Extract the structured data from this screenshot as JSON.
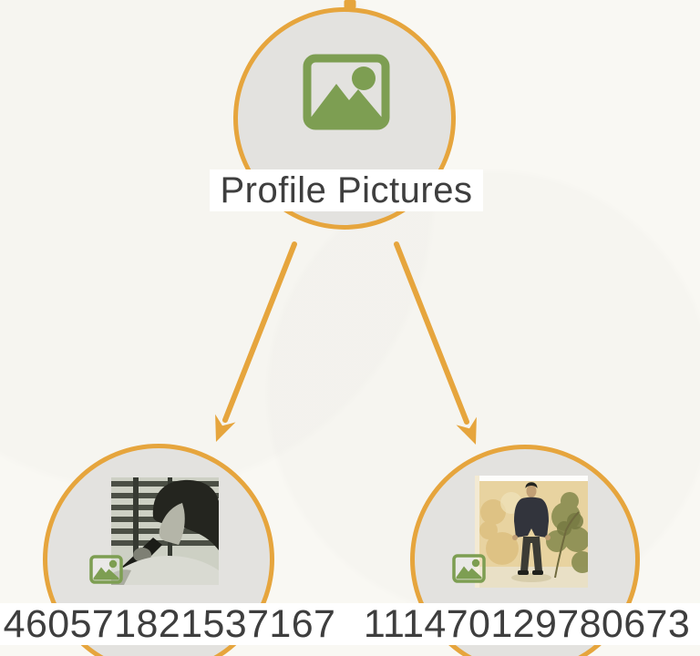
{
  "colors": {
    "background": "#f9f8f3",
    "node_fill": "#e3e2df",
    "accent_orange": "#e6a53d",
    "icon_green": "#7d9e52",
    "label_text": "#3e3e3e",
    "label_band": "#ffffff"
  },
  "root_node": {
    "label": "Profile Pictures",
    "icon": "picture-icon"
  },
  "child_nodes": [
    {
      "label": "460571821537167",
      "badge": "picture-icon",
      "photo": "black-and-white photo of a man drinking from a bottle in front of window blinds"
    },
    {
      "label": "111470129780673",
      "badge": "picture-icon",
      "photo": "sepia photo of a man in a dark suit standing outdoors by a tree"
    }
  ],
  "edges": [
    {
      "from": "Profile Pictures",
      "to": "460571821537167"
    },
    {
      "from": "Profile Pictures",
      "to": "111470129780673"
    }
  ]
}
